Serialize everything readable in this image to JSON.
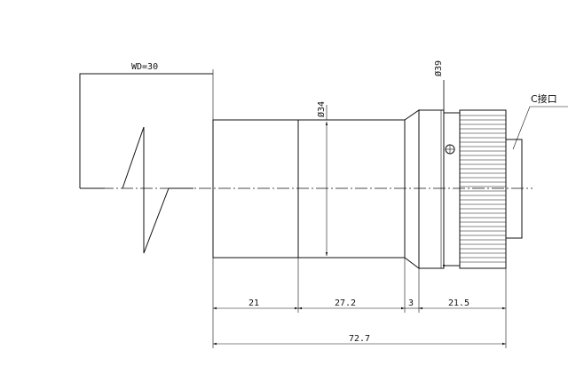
{
  "dimensions": {
    "wd": "WD=30",
    "dia_34": "Ø34",
    "dia_39": "Ø39",
    "len_21": "21",
    "len_27_2": "27.2",
    "len_3": "3",
    "len_21_5": "21.5",
    "len_total": "72.7"
  },
  "labels": {
    "mount": "C接口"
  }
}
